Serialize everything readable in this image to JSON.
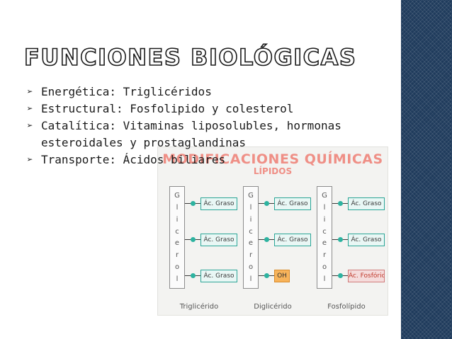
{
  "slide": {
    "title": "FUNCIONES BIOLÓGICAS",
    "bullet_icon": "circle-arrow-icon",
    "bullets": [
      "Energética: Triglicéridos",
      "Estructural: Fosfolipido y colesterol",
      "Catalítica: Vitaminas  liposolubles, hormonas esteroidales y prostaglandinas",
      "Transporte: Ácidos biliares"
    ],
    "accent_color": "#1f3b5c"
  },
  "figure": {
    "title": "MODIFICACIONES QUÍMICAS",
    "subtitle": "LÍPIDOS",
    "glycerol_letters": [
      "G",
      "l",
      "i",
      "c",
      "e",
      "r",
      "o",
      "l"
    ],
    "molecules": [
      {
        "label": "Triglicérido",
        "groups": [
          "Ác. Graso",
          "Ác. Graso",
          "Ác. Graso"
        ]
      },
      {
        "label": "Diglicérido",
        "groups": [
          "Ác. Graso",
          "Ác. Graso",
          "OH"
        ]
      },
      {
        "label": "Fosfolípido",
        "groups": [
          "Ác. Graso",
          "Ác. Graso",
          "Ác. Fosfórico"
        ]
      }
    ],
    "colors": {
      "title": "#ef8f86",
      "fatty_acid": "#2aa596",
      "hydroxyl": "#f7b35a",
      "phosphoric": "#c0392b"
    }
  }
}
